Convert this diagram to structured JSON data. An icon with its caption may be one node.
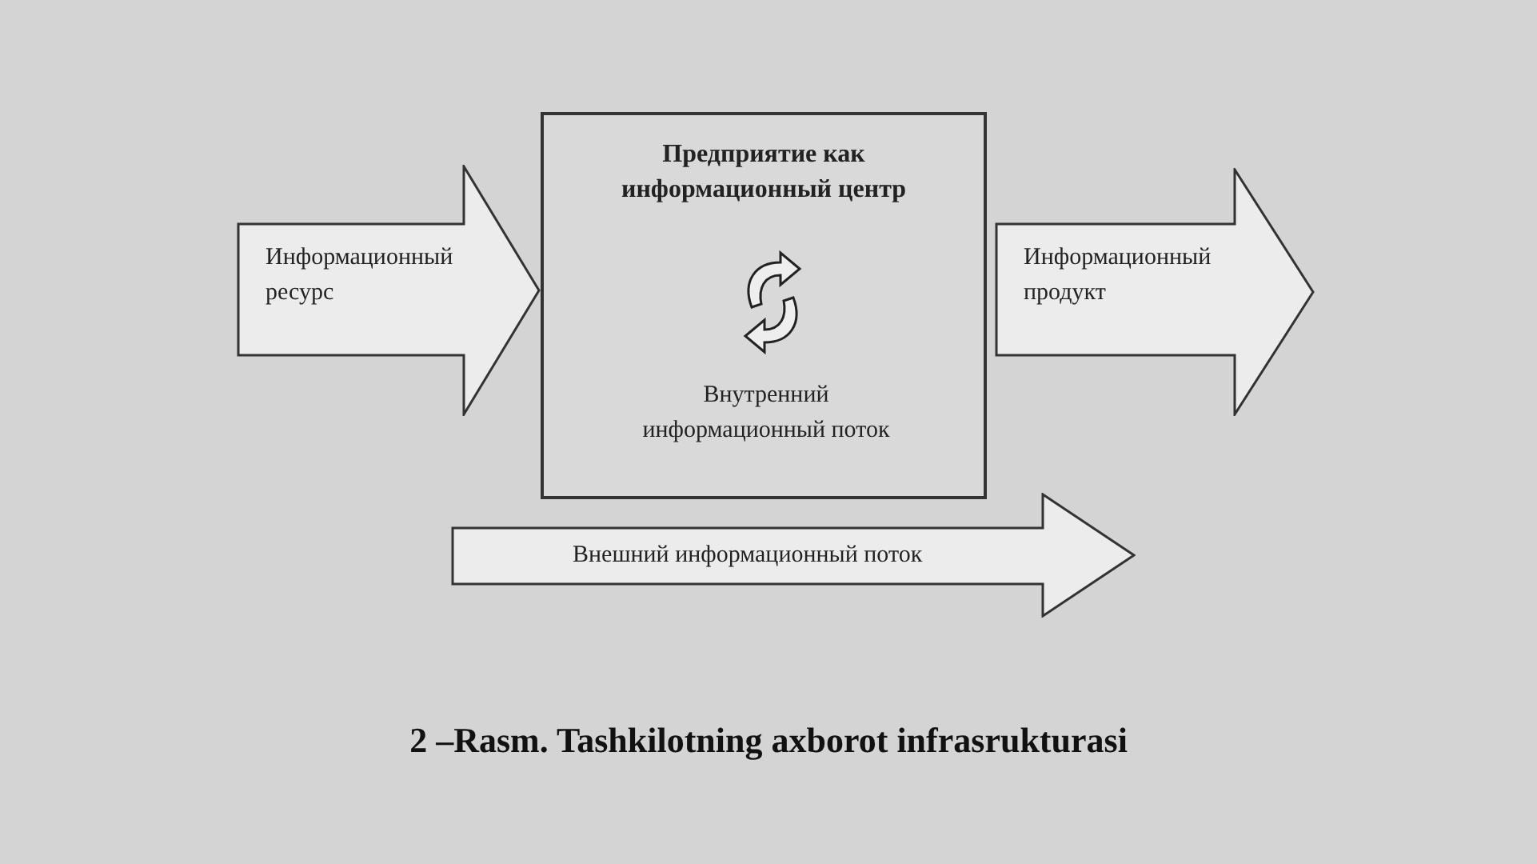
{
  "diagram": {
    "caption": "2 –Rasm. Tashkilotning axborot infrasrukturasi",
    "nodes": [
      {
        "text": [
          "Информационный ресурс"
        ]
      },
      {
        "text": [
          "Предприятие как информационный центр",
          "Внутренний информационный поток"
        ]
      },
      {
        "text": [
          "Информационный продукт"
        ]
      },
      {
        "text": [
          "Внешний информационный поток"
        ]
      }
    ]
  }
}
